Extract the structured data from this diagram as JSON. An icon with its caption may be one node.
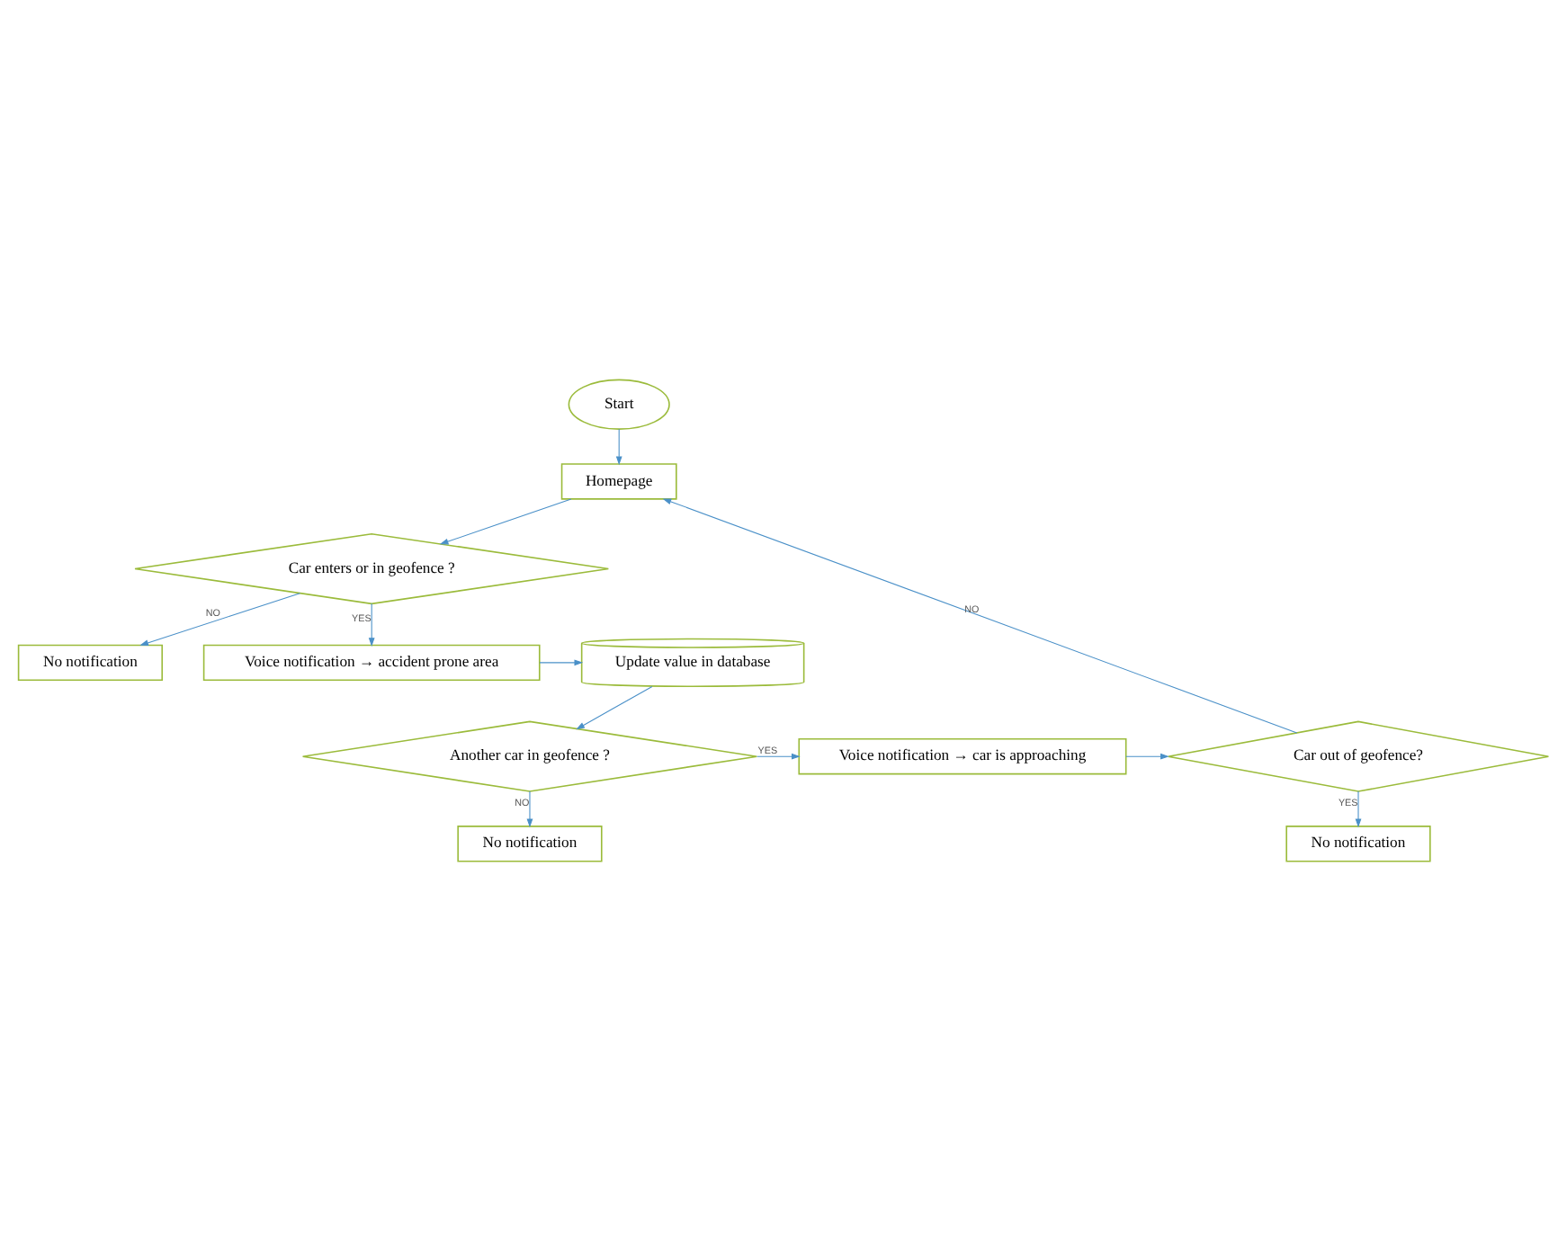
{
  "diagram": {
    "nodes": [
      {
        "text": [
          "Start"
        ]
      },
      {
        "text": [
          "Homepage"
        ]
      },
      {
        "text": [
          "Car enters or in geofence ?"
        ]
      },
      {
        "text": [
          "No notification"
        ]
      },
      {
        "text": [
          "Voice notification → accident prone area"
        ]
      },
      {
        "text": [
          "Update value in database"
        ]
      },
      {
        "text": [
          "Another car in geofence ?"
        ]
      },
      {
        "text": [
          "Voice notification → car is approaching"
        ]
      },
      {
        "text": [
          "Car out of geofence?"
        ]
      },
      {
        "text": [
          "No notification"
        ]
      },
      {
        "text": [
          "No notification"
        ]
      }
    ],
    "edges": [
      {
        "from": 0,
        "to": 1,
        "arrow": "to"
      },
      {
        "from": 1,
        "to": 2,
        "arrow": "to"
      },
      {
        "from": 2,
        "to": 3,
        "arrow": "to",
        "label": "NO"
      },
      {
        "from": 2,
        "to": 4,
        "arrow": "to",
        "label": "YES"
      },
      {
        "from": 4,
        "to": 5,
        "arrow": "to"
      },
      {
        "from": 5,
        "to": 6,
        "arrow": "to"
      },
      {
        "from": 6,
        "to": 7,
        "arrow": "to",
        "label": "YES"
      },
      {
        "from": 6,
        "to": 9,
        "arrow": "to",
        "label": "NO"
      },
      {
        "from": 7,
        "to": 8,
        "arrow": "to"
      },
      {
        "from": 8,
        "to": 1,
        "arrow": "to",
        "label": "NO"
      },
      {
        "from": 8,
        "to": 10,
        "arrow": "to",
        "label": "YES"
      }
    ]
  }
}
